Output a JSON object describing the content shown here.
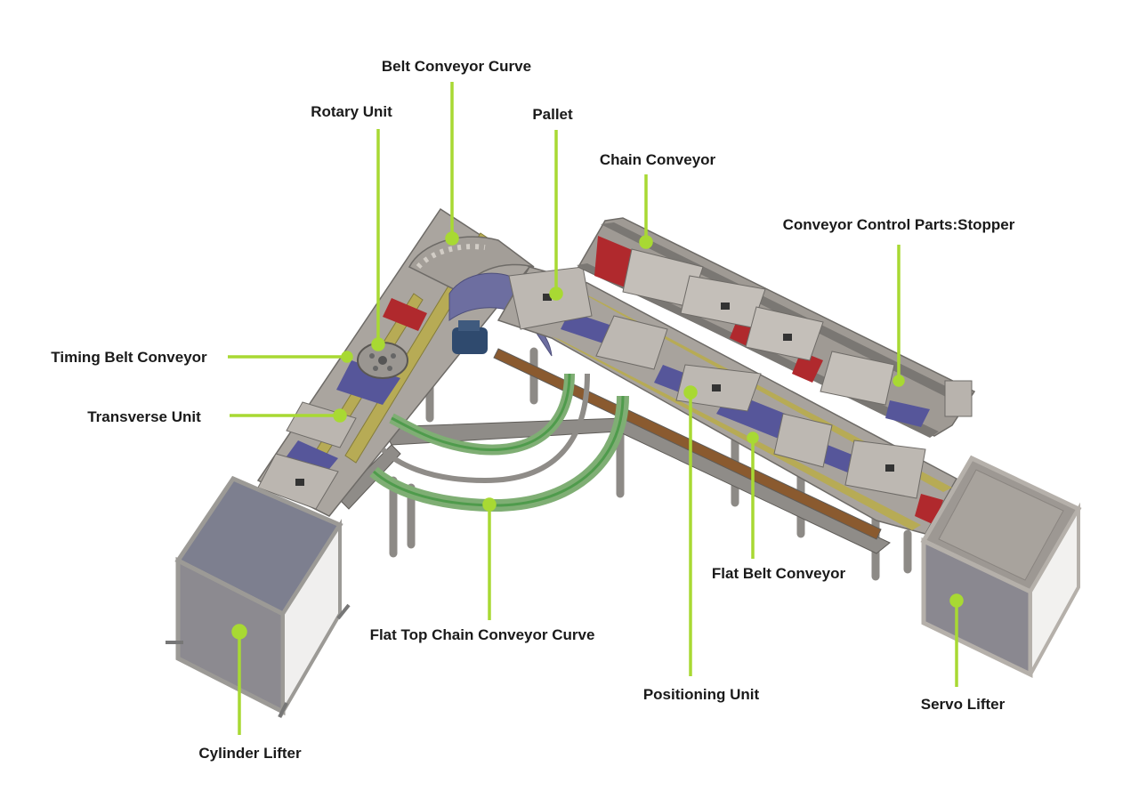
{
  "colors": {
    "leader": "#a8d933",
    "frame": "#9b9893",
    "frame_dark": "#6e6b67",
    "plate": "#b3aea8",
    "rail_yellow": "#b7ab55",
    "blue": "#56569a",
    "red": "#b0292d",
    "green": "#5ea55b",
    "cabinet_side": "#8c8a90",
    "cabinet_top": "#7d7f8f",
    "label_text": "#1a1a1a"
  },
  "labels": {
    "belt_conveyor_curve": "Belt Conveyor Curve",
    "rotary_unit": "Rotary Unit",
    "pallet": "Pallet",
    "chain_conveyor": "Chain Conveyor",
    "stopper": "Conveyor Control Parts:Stopper",
    "timing_belt_conveyor": "Timing Belt Conveyor",
    "transverse_unit": "Transverse Unit",
    "flat_belt_conveyor": "Flat Belt Conveyor",
    "flat_top_chain_curve": "Flat Top Chain Conveyor Curve",
    "positioning_unit": "Positioning Unit",
    "servo_lifter": "Servo Lifter",
    "cylinder_lifter": "Cylinder Lifter"
  }
}
